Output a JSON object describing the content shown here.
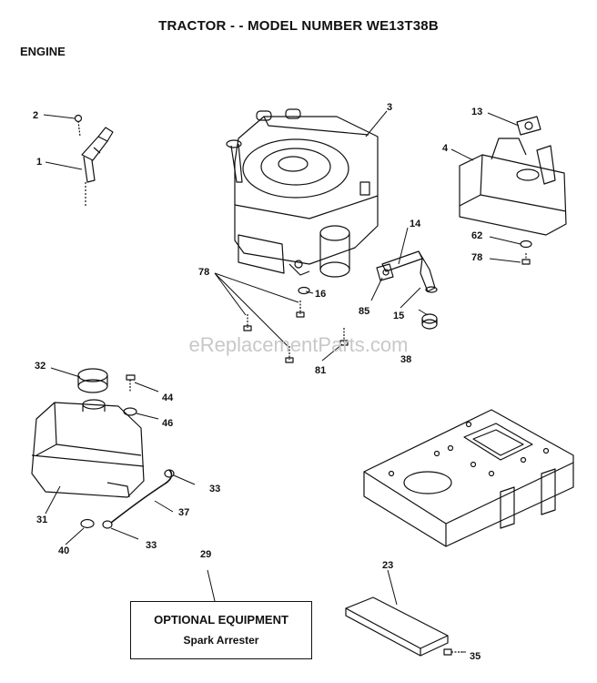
{
  "page": {
    "title": "TRACTOR - - MODEL NUMBER WE13T38B",
    "section": "ENGINE",
    "watermark": "eReplacementParts.com"
  },
  "optional_box": {
    "heading": "OPTIONAL EQUIPMENT",
    "item": "Spark Arrester"
  },
  "callouts": [
    "1",
    "2",
    "3",
    "4",
    "13",
    "14",
    "15",
    "16",
    "23",
    "29",
    "31",
    "32",
    "33",
    "33",
    "35",
    "37",
    "38",
    "40",
    "44",
    "46",
    "62",
    "78",
    "78",
    "81",
    "85"
  ]
}
